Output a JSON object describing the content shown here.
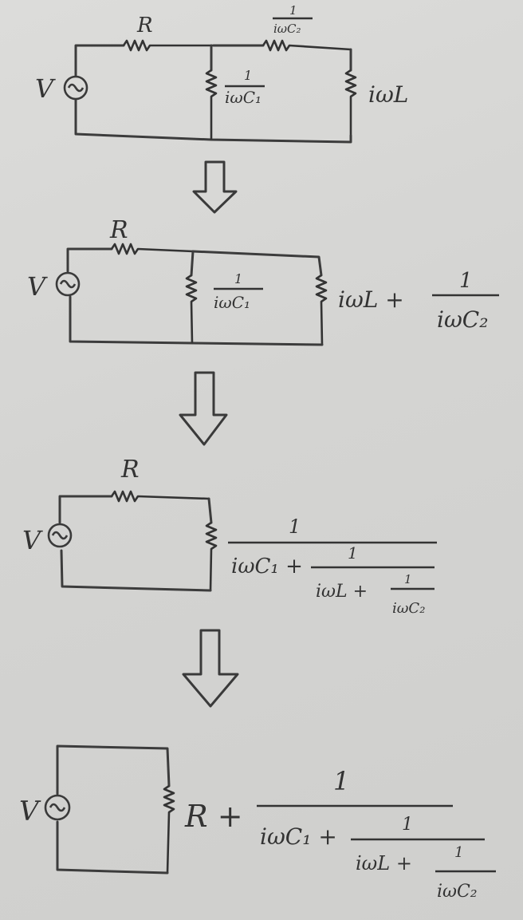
{
  "stage1": {
    "v": "V",
    "r": "R",
    "one_top": "1",
    "c2_denom": "iωC₂",
    "one_c1": "1",
    "c1_denom": "iωC₁",
    "l": "iωL"
  },
  "stage2": {
    "v": "V",
    "r": "R",
    "one_c1": "1",
    "c1_denom": "iωC₁",
    "l_plus": "iωL +",
    "one_c2": "1",
    "c2_denom": "iωC₂"
  },
  "stage3": {
    "v": "V",
    "r": "R",
    "one": "1",
    "c1_plus": "iωC₁ +",
    "one_b": "1",
    "l_plus": "iωL +",
    "one_c": "1",
    "c2_denom": "iωC₂"
  },
  "stage4": {
    "v": "V",
    "r_plus": "R +",
    "one": "1",
    "c1_plus": "iωC₁ +",
    "one_b": "1",
    "l_plus": "iωL +",
    "one_c": "1",
    "c2_denom": "iωC₂"
  }
}
